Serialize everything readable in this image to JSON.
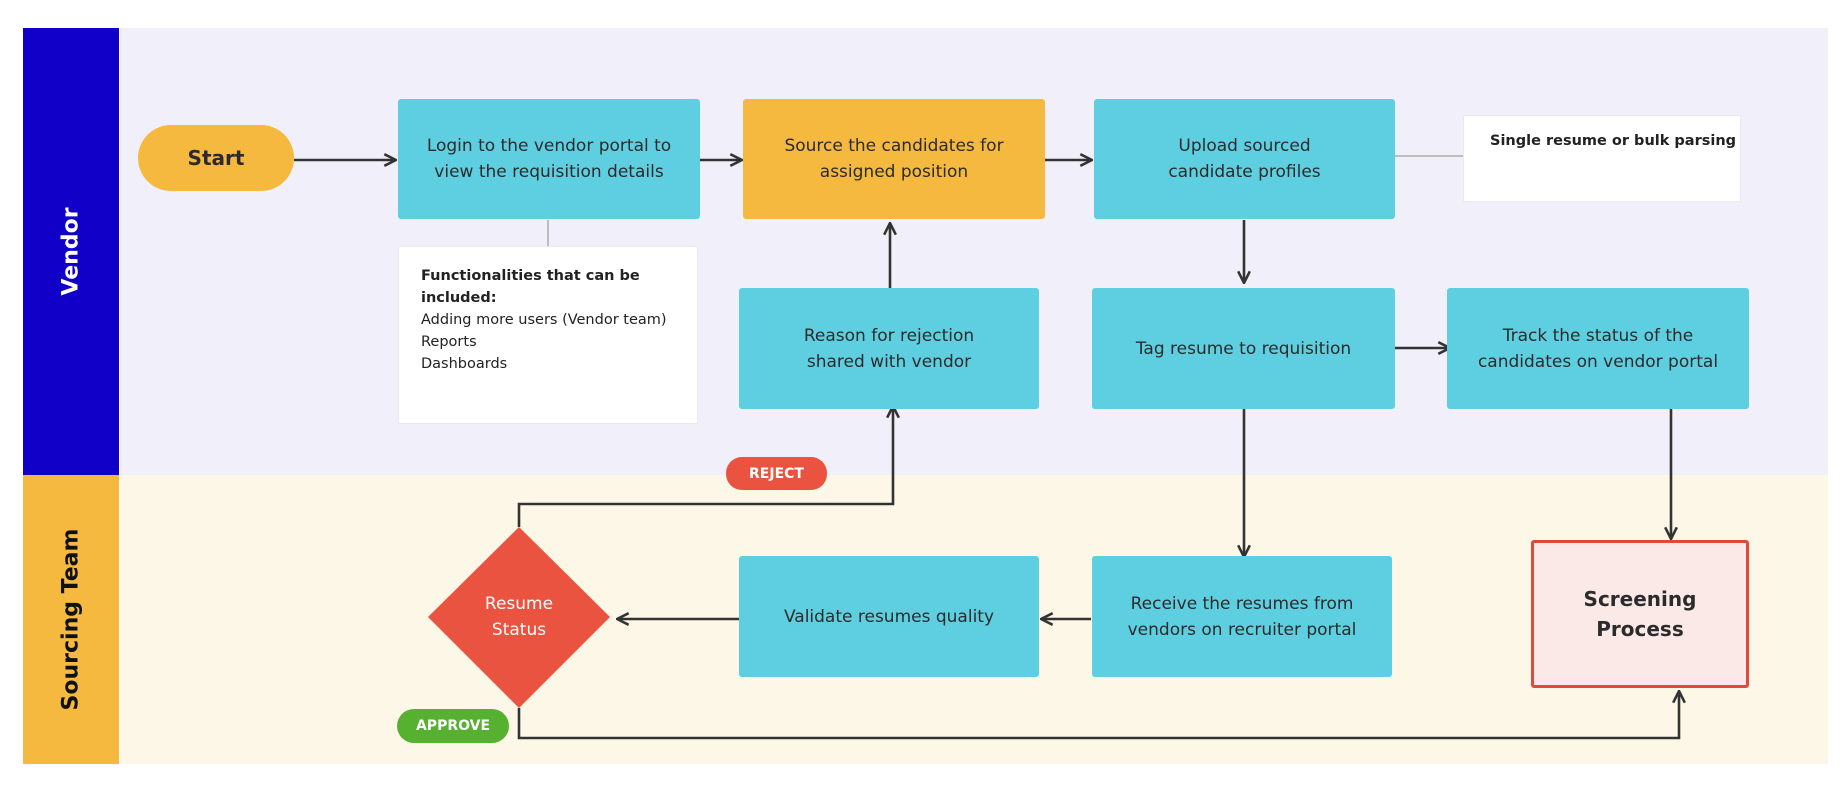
{
  "lanes": {
    "vendor": {
      "label": "Vendor",
      "label_color": "#1000c8",
      "bg_color": "#f1f0fa"
    },
    "sourcing": {
      "label": "Sourcing Team",
      "label_color": "#f4b93e",
      "bg_color": "#fdf7e8"
    }
  },
  "nodes": {
    "start": "Start",
    "login": "Login to the vendor portal to view the requisition details",
    "source": "Source the candidates for assigned position",
    "upload": "Upload sourced candidate profiles",
    "rejection_reason": "Reason for rejection shared with vendor",
    "tag": "Tag resume to requisition",
    "track": "Track the status of the candidates on vendor portal",
    "validate": "Validate resumes quality",
    "receive": "Receive the resumes from vendors on recruiter portal",
    "decision": "Resume Status",
    "screening": "Screening Process"
  },
  "notes": {
    "functionalities": {
      "title": "Functionalities that can be included:",
      "items": [
        "Adding more users (Vendor team)",
        "Reports",
        "Dashboards"
      ]
    },
    "parsing": "Single resume or bulk parsing"
  },
  "branch_labels": {
    "reject": "REJECT",
    "approve": "APPROVE"
  },
  "colors": {
    "cyan": "#5ecfe0",
    "gold": "#f4b93e",
    "reject": "#e9533f",
    "approve": "#56b131",
    "screening_border": "#e04a3b",
    "screening_fill": "#fbe9e7",
    "line": "#333333"
  }
}
